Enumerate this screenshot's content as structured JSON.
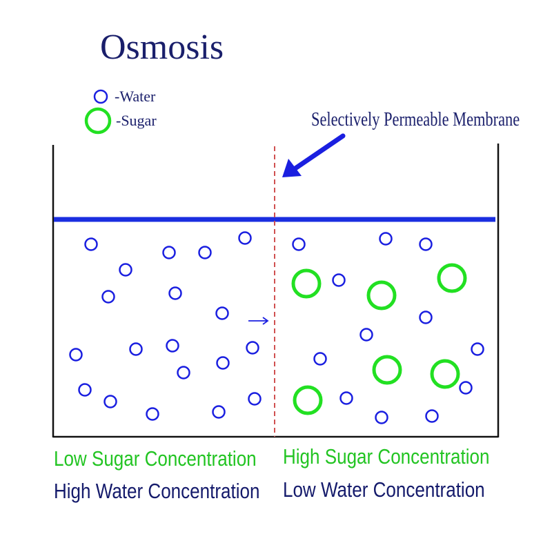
{
  "title": "Osmosis",
  "legend": {
    "water_label": "-Water",
    "sugar_label": "-Sugar"
  },
  "membrane_label": "Selectively Permeable Membrane",
  "sides": {
    "left": {
      "sugar_label": "Low Sugar Concentration",
      "water_label": "High Water Concentration"
    },
    "right": {
      "sugar_label": "High Sugar Concentration",
      "water_label": "Low Water Concentration"
    }
  },
  "colors": {
    "title": "#1a1f6b",
    "water": "#1a1fe0",
    "sugar": "#22e022",
    "water_line": "#1a2ee0",
    "membrane": "#d05050",
    "arrow": "#1a1fe0",
    "label_dark": "#141a6b",
    "label_green": "#22c422",
    "container": "#111111"
  }
}
